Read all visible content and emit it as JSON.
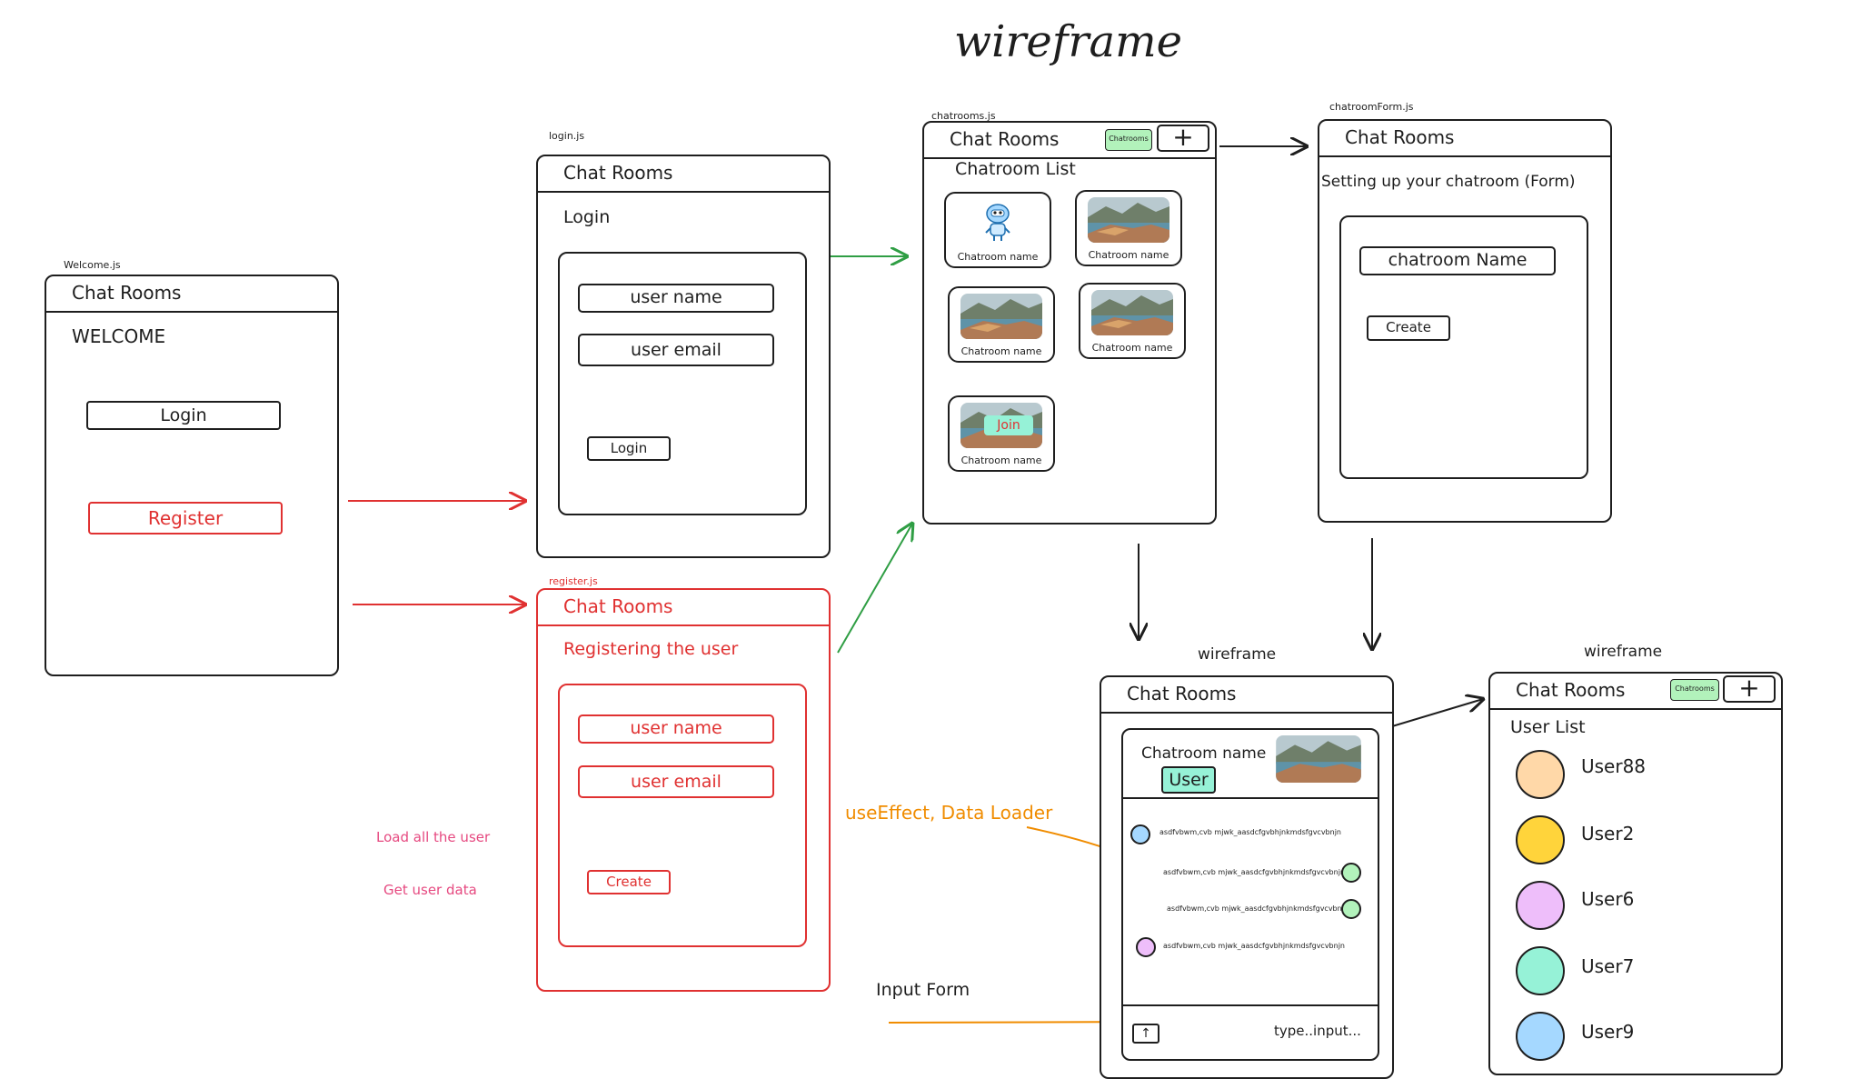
{
  "title": "wireframe",
  "colors": {
    "stroke": "#1e1e1e",
    "red": "#e03131",
    "green_arrow": "#2f9e44",
    "orange": "#f08c00",
    "pink_note": "#e64980",
    "pill_green": "#b2f2bb"
  },
  "welcome": {
    "file": "Welcome.js",
    "header": "Chat Rooms",
    "heading": "WELCOME",
    "login_button": "Login",
    "register_button": "Register"
  },
  "login": {
    "file": "login.js",
    "header": "Chat Rooms",
    "heading": "Login",
    "username_field": "user name",
    "email_field": "user email",
    "login_button": "Login"
  },
  "register": {
    "file": "register.js",
    "header": "Chat Rooms",
    "heading": "Registering the user",
    "username_field": "user name",
    "email_field": "user email",
    "create_button": "Create"
  },
  "chatrooms": {
    "file": "chatrooms.js",
    "header": "Chat Rooms",
    "pill": "Chatrooms",
    "plus": "+",
    "heading": "Chatroom List",
    "cards": [
      {
        "label": "Chatroom name",
        "image": "robot-icon"
      },
      {
        "label": "Chatroom name",
        "image": "landscape"
      },
      {
        "label": "Chatroom name",
        "image": "landscape"
      },
      {
        "label": "Chatroom name",
        "image": "landscape"
      },
      {
        "label": "Chatroom name",
        "image": "landscape",
        "join": "Join"
      }
    ]
  },
  "form": {
    "file": "chatroomForm.js",
    "header": "Chat Rooms",
    "heading": "Setting up your chatroom (Form)",
    "name_field": "chatroom Name",
    "create_button": "Create"
  },
  "chat": {
    "label": "wireframe",
    "header": "Chat Rooms",
    "room_name": "Chatroom name",
    "user_button": "User",
    "messages": [
      {
        "text": "asdfvbwm,cvb mjwk_aasdcfgvbhjnkmdsfgvcvbnjn",
        "side": "left",
        "dot": "#a5d8ff"
      },
      {
        "text": "asdfvbwm,cvb mjwk_aasdcfgvbhjnkmdsfgvcvbnjn",
        "side": "right",
        "dot": "#b2f2bb"
      },
      {
        "text": "asdfvbwm,cvb mjwk_aasdcfgvbhjnkmdsfgvcvbnjn",
        "side": "right",
        "dot": "#b2f2bb"
      },
      {
        "text": "asdfvbwm,cvb mjwk_aasdcfgvbhjnkmdsfgvcvbnjn",
        "side": "left",
        "dot": "#eebefa"
      }
    ],
    "upload_icon": "↑",
    "input_placeholder": "type..input..."
  },
  "users": {
    "label": "wireframe",
    "header": "Chat Rooms",
    "pill": "Chatrooms",
    "plus": "+",
    "heading": "User List",
    "list": [
      {
        "name": "User88",
        "color": "#ffd8a8"
      },
      {
        "name": "User2",
        "color": "#ffd43b"
      },
      {
        "name": "User6",
        "color": "#eebefa"
      },
      {
        "name": "User7",
        "color": "#96f2d7"
      },
      {
        "name": "User9",
        "color": "#a5d8ff"
      }
    ]
  },
  "annotations": {
    "load_users": "Load all the user",
    "get_user_data": "Get user data",
    "use_effect": "useEffect, Data Loader",
    "input_form": "Input Form"
  }
}
